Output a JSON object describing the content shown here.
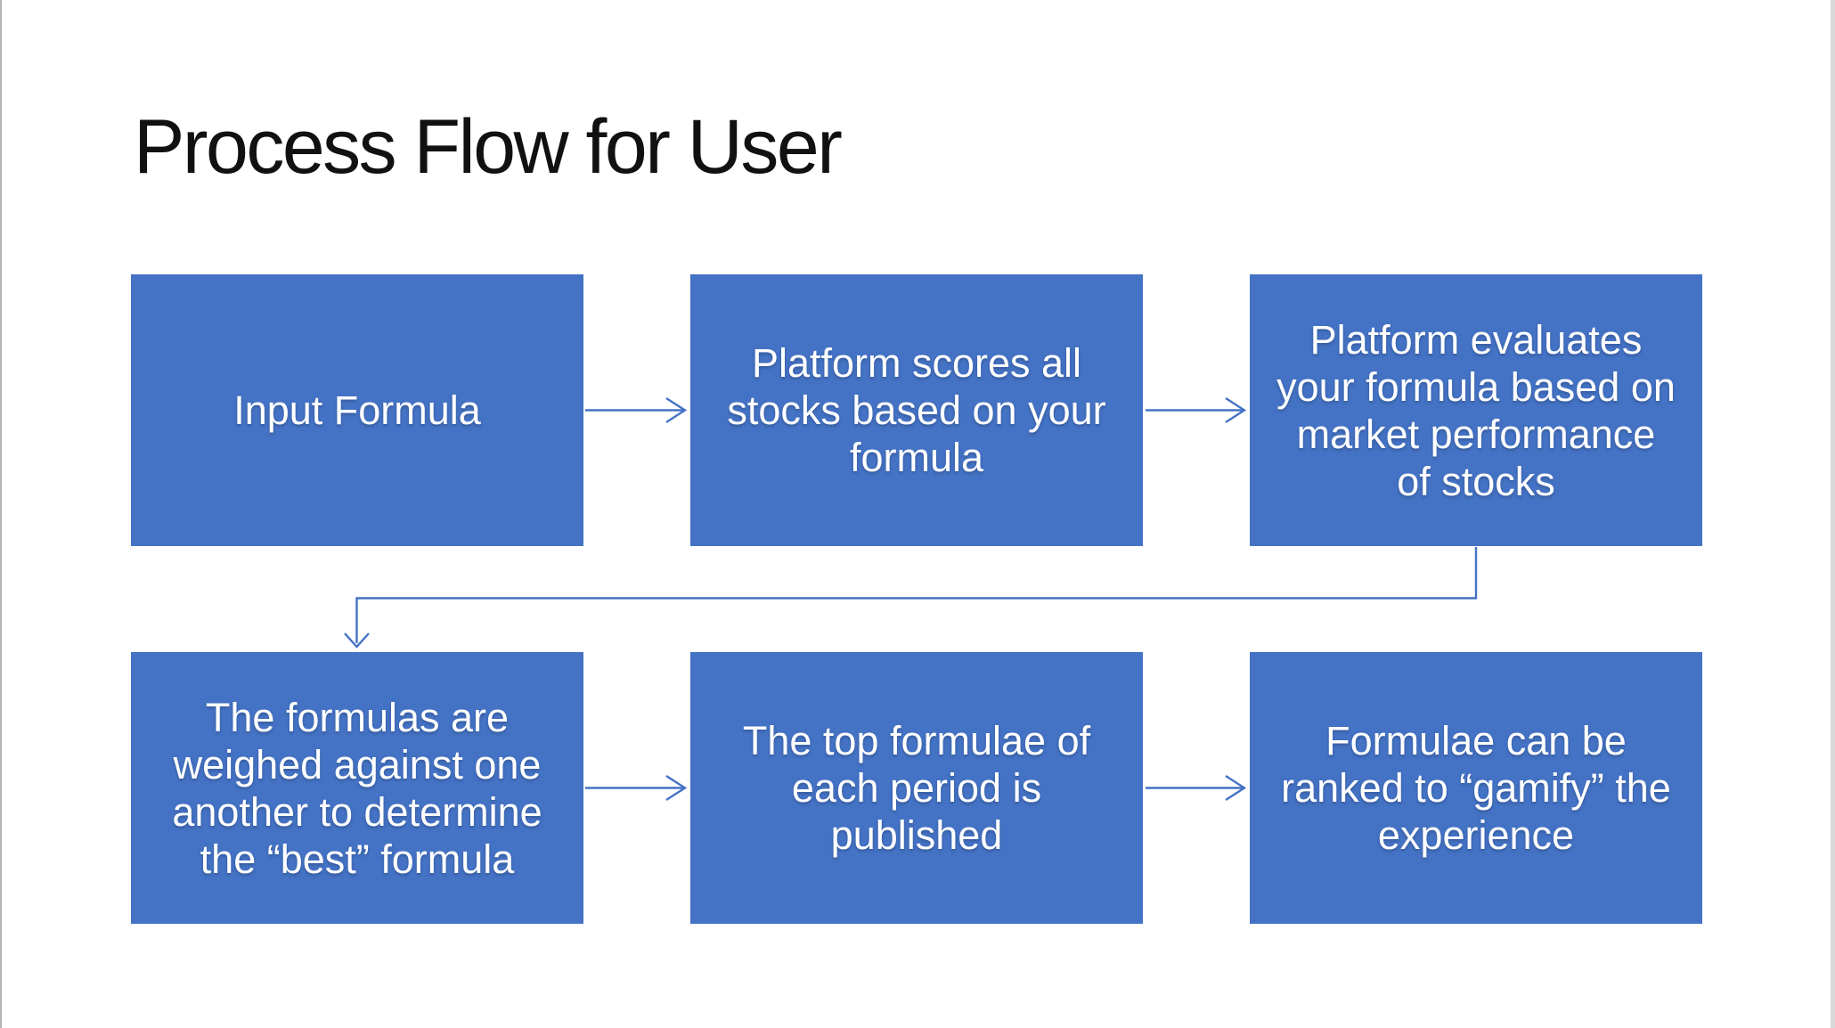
{
  "slide": {
    "title": "Process Flow for User",
    "colors": {
      "background": "#FFFFFF",
      "box_fill": "#4472C4",
      "box_text": "#FFFFFF",
      "connector": "#4472C4",
      "title_text": "#111111"
    },
    "steps": [
      {
        "id": 1,
        "lines": [
          "Input Formula"
        ]
      },
      {
        "id": 2,
        "lines": [
          "Platform scores all",
          "stocks based on your",
          "formula"
        ]
      },
      {
        "id": 3,
        "lines": [
          "Platform evaluates",
          "your formula based on",
          "market performance",
          "of stocks"
        ]
      },
      {
        "id": 4,
        "lines": [
          "The formulas are",
          "weighed against one",
          "another to determine",
          "the “best” formula"
        ]
      },
      {
        "id": 5,
        "lines": [
          "The top formulae of",
          "each period is",
          "published"
        ]
      },
      {
        "id": 6,
        "lines": [
          "Formulae can be",
          "ranked to “gamify” the",
          "experience"
        ]
      }
    ]
  }
}
